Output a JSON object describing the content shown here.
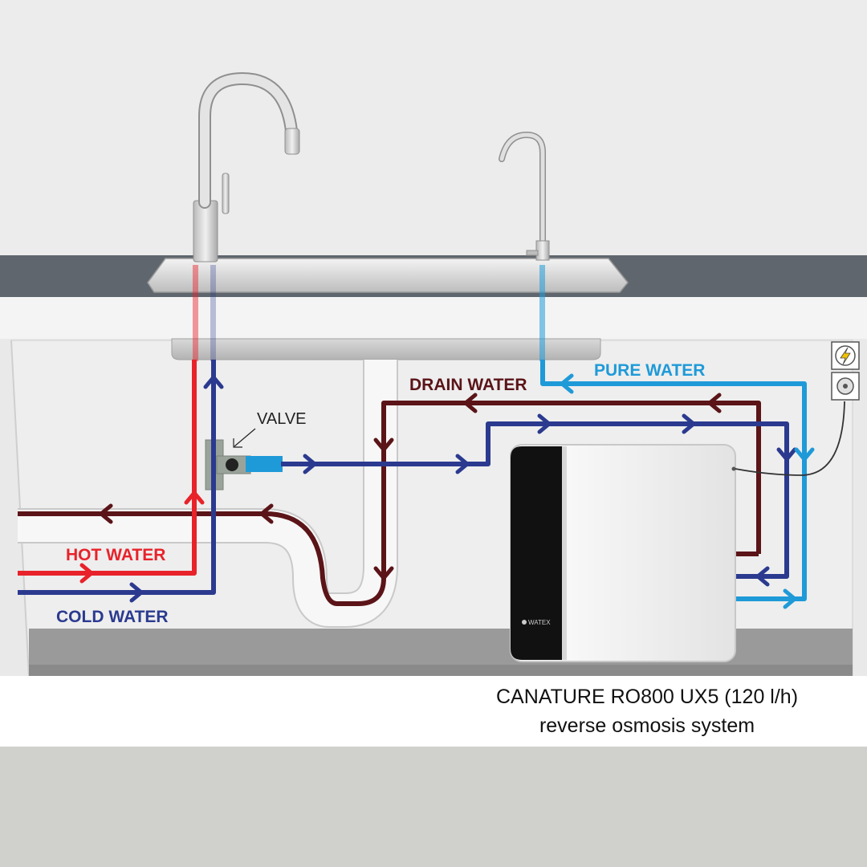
{
  "labels": {
    "valve": "VALVE",
    "drain_water": "DRAIN WATER",
    "pure_water": "PURE WATER",
    "hot_water": "HOT WATER",
    "cold_water": "COLD WATER"
  },
  "product": {
    "line1": "CANATURE RO800 UX5 (120 l/h)",
    "line2": "reverse osmosis system",
    "brand_logo_text": "WATEX"
  },
  "icons": [
    "power-bolt-icon",
    "power-socket-icon",
    "flow-arrow-icon"
  ],
  "colors": {
    "hot": "#e8222a",
    "cold": "#2b3a8f",
    "drain": "#5b1418",
    "pure": "#1f9ad8",
    "countertop": "#5f666d",
    "floor": "#d0d0cc"
  }
}
